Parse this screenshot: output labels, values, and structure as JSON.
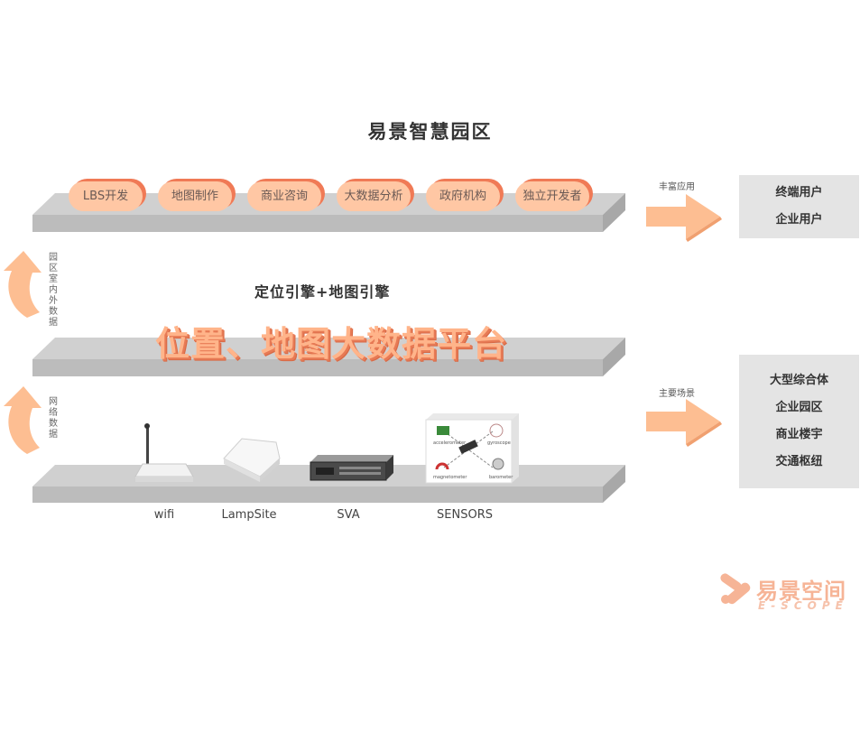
{
  "title": "易景智慧园区",
  "top_pills": [
    "LBS开发",
    "地图制作",
    "商业咨询",
    "大数据分析",
    "政府机构",
    "独立开发者"
  ],
  "engine_label": "定位引擎+地图引擎",
  "platform_title": "位置、地图大数据平台",
  "left_labels": {
    "upper": "园区室内外数据",
    "lower": "网络数据"
  },
  "arrows": {
    "upper_label": "丰富应用",
    "lower_label": "主要场景"
  },
  "right_upper": [
    "终端用户",
    "企业用户"
  ],
  "right_lower": [
    "大型综合体",
    "企业园区",
    "商业楼宇",
    "交通枢纽"
  ],
  "devices": [
    "wifi",
    "LampSite",
    "SVA",
    "SENSORS"
  ],
  "sensors": [
    "accelerometer",
    "gyroscope",
    "magnetometer",
    "barometer"
  ],
  "logo": {
    "text": "易景空间",
    "sub": "E-SCOPE"
  },
  "colors": {
    "accent": "#ffc7a4",
    "accent_dark": "#f07a56",
    "platform": "#bdbdbd",
    "arrow": "#fdbe92"
  }
}
